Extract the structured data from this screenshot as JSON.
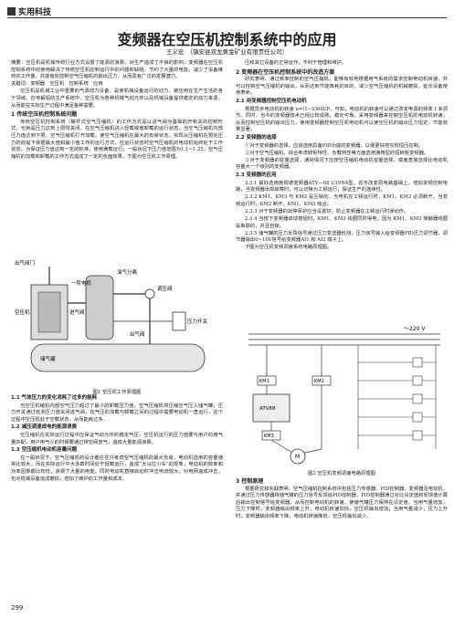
{
  "header": {
    "section": "实用科技"
  },
  "article": {
    "title": "变频器在空压机控制系统中的应用",
    "byline": "王义宏　（镇安县双龙黄金矿业有限责任公司）"
  },
  "left": {
    "abstract": "摘要：空压机是机械传统行业方式设置了能源的浪费，对生产造成了不良的影响，变频器在空压机控制系统中的使用解决了传统空压机控制运行中的问题和缺陷，节约了大量的电能，减少了设备维修的工作量，并能有效控制空气压缩机的输出压力，从而具有广泛的发展潜力。",
    "keywords": "关键词：变频器　空压机　控制系统　应用",
    "intro": "空压机是机械工业中重要的气源动力设备，是使机械设备运行的动力，被应用在生产生活的各个领域。在电解铝的生产系统中，空压机为各种机械气动元件以及机械设备提供稳定的动力来源，从而能在实际生产过程中满足各种需要。",
    "h1": "1 传统空压机控制系统问题",
    "p1": "传统空压机控制系统（螺杆式空气压缩机）的工作方式是以进气阀为基础的开和关的控制形式，也就是压力达到上限时关闭，在空气压缩机进入轻载或者卸载的运行状态，当空气压缩机内部压力值达到下限，空气压缩机打开加载，使空气压缩机在最大的负荷状态，实现从压缩机在预定压力的前提下依据最大值和最小值工作的运行方式，在运行状态时空气压缩机的电动机始终处于工作状态，为保证压力值达到一定的标准，使用满载运行；一般状况下压力值范围为1.1~1.25。空气压缩机的加载和卸载的工作方式造成了一定的负面效果。下图为空压机工作原理。",
    "fig1": {
      "intake_valve": "进气阀",
      "screw_motor": "一阶电机",
      "compressor": "空压机",
      "inlet_label": "出气阀门",
      "oil_separator": "油气分离",
      "pressure_regulator": "调压阀",
      "air_tank": "储气罐",
      "pressure_switch": "压力开关",
      "outlet_valve": "出气阀",
      "caption": "图1 空压机工作原理图"
    },
    "h1_1": "1.1 气体压力的变化消耗了过多的能耗",
    "p1_1": "当空压机缩机内部空气压力超过了最小的卸载压力值，空气压缩机将压缩空气压入储气罐，压力开关通过检测压力值关闭进气阀，在气压的加载与卸载之间的过程中需要电动机一直运行，这个过程中空压机处于空载状态，从而能耗过多。",
    "h1_2": "1.2 减压调速成电的能源浪费",
    "p1_2": "空压缩机在实际运行过程中应保证气动元件的稳定气压，空压机运行的压力值要与用户的用气量匹配，用户用气少的时候要通过排空阀放气，造成大量能源浪费。",
    "h1_3": "1.3 空压缩机电动机容量问题",
    "p1_3": "在一般状况下，空气压缩机的设计者往往只考虑空气压缩机的最大负荷，电动机选用的容量通常比较大，而在实际运行中大多数时间处于轻载运行，造成“大马拉小车”的现象，电动机的效率和功率因数都比较低，浪费了大量的电能。同时电动机直接启动时冲击电流较大，对电网造成冲击，也对机械设备造成磨损，增加了维护的工作量和成本。"
  },
  "right": {
    "p0": "压和其它设备的正常运作，不利于管理和维护。",
    "h2": "2 变频器在空压机控制系统中的改造方案",
    "p2": "研究表明，通过频率控制的空气压缩机，能够有效地根据用气系统的需求控制电动机转速，并可以控制空气压缩机的输出，从而达到节能降耗的目的，减少空气压缩机的机械磨损，延长设备使用寿命。",
    "h2_1": "2.1 用变频器控制空压机电动机",
    "p2_1": "根据异步电动机的转速 n=(1−S)60f/P，可知，电动机的转速可以通过改变电源的频率 f 来调节。同时，当今的变频器技术已经比较成熟，稳定可靠，采用变频器来控制空压机的电动机转速，从而控制空压机的输出压力，使用变频器控制空压机电动机可以使空压机的输出压力恒定，节能效果显著。",
    "h2_2": "2.2 变频器的选择",
    "p2_2a": "①对于变频器的选择，应该选用具备PID功能的变频器，以便更好地实现恒压控制。",
    "p2_2b": "②对于空气压缩机，综合考虑转矩特性、负载特性等方面选用通用型的恒转矩变频器。",
    "p2_2c": "③对于变频器的容量选择，通常情况下应按空压缩机电动机容量选择，或者直接选择比电动机容量大一个级别的变频器。",
    "h2_3": "2.3 变频器的应用",
    "p2_3_1": "2.3.1 最好选用施耐德变频器ATV—68 C19N4型。在不改变原电路基础上，增加变频控制电路，当变频器出现故障时，可以切换为工频运行，保证生产的连续性。",
    "p2_3_2": "2.3.2 KM1、KM3 与 KM2 是互锁的，当电机在工频运行时，KM1、KM3 必须断开。当变频运行时，KM2 断开，KM1、KM3 吸合。",
    "p2_3_3": "2.3.3 对于变频器的启停保护应当设置好，防止变频器在工频运行时误动作。",
    "p2_3_4": "2.3.4 当按下变频器启动按钮时，KM1、KM3 线圈同时得电，因为 KM1、KM3 接触器线圈是串联的，并且自锁。",
    "p2_3_5": "2.3.5 储气罐的压力反馈信号通过压力变送器检测，压力信号输入给变频器PID压力调节器，调节器输出0~10V信号给变频器AI1 和 AI2 端子上。",
    "p2_fig": "下图为空压机变频调速系统电路原理图。",
    "fig2": {
      "supply": "～220 V",
      "km1": "KM1",
      "km2": "KM2",
      "km3": "KM3",
      "vfd": "ATV68",
      "motor": "M",
      "caption": "图2 空压机变频调速电路原理图"
    },
    "h3": "3 控制原理",
    "p3": "根据研究和实践表明，空气压缩机控制系统中包括压力传感器、PID控制器、变频器及电动机，并通过压力传感器将储气罐的压力信号反馈给PID控制器，PID控制器通过对比设定值和反馈值计算后输出控制信号给变频器，从而控制电动机的转速，使储气罐压力保持在设定值。当用气量增加，压力下降时，变频器输出频率上升，电动机转速加快，空压机输出增加；当用气量减少，压力上升时，变频器输出频率下降，电动机转速降低，空压机输出减少。"
  },
  "footer": {
    "page": "299"
  }
}
